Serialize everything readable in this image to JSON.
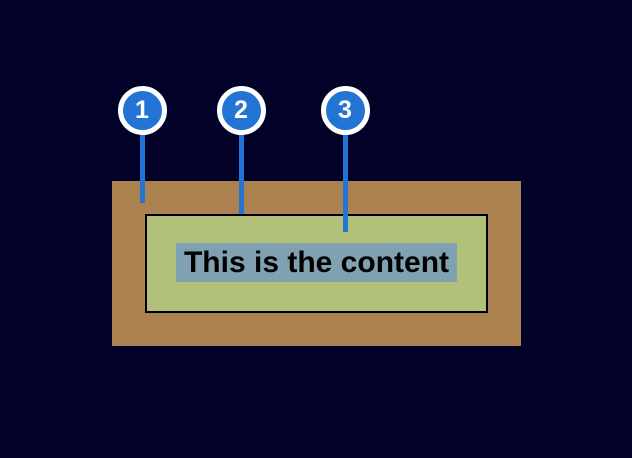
{
  "colors": {
    "bg": "#020127",
    "accent": "#2374D4",
    "margin": "#AB8250",
    "padding": "#B1C17A",
    "highlight": "#80A1B2",
    "ring": "#FFFFFF",
    "ink": "#000000"
  },
  "diagram": {
    "content_text": "This is the content",
    "callouts": [
      {
        "label": "1",
        "points_to": "margin-area"
      },
      {
        "label": "2",
        "points_to": "border-line"
      },
      {
        "label": "3",
        "points_to": "padding-area"
      }
    ]
  }
}
